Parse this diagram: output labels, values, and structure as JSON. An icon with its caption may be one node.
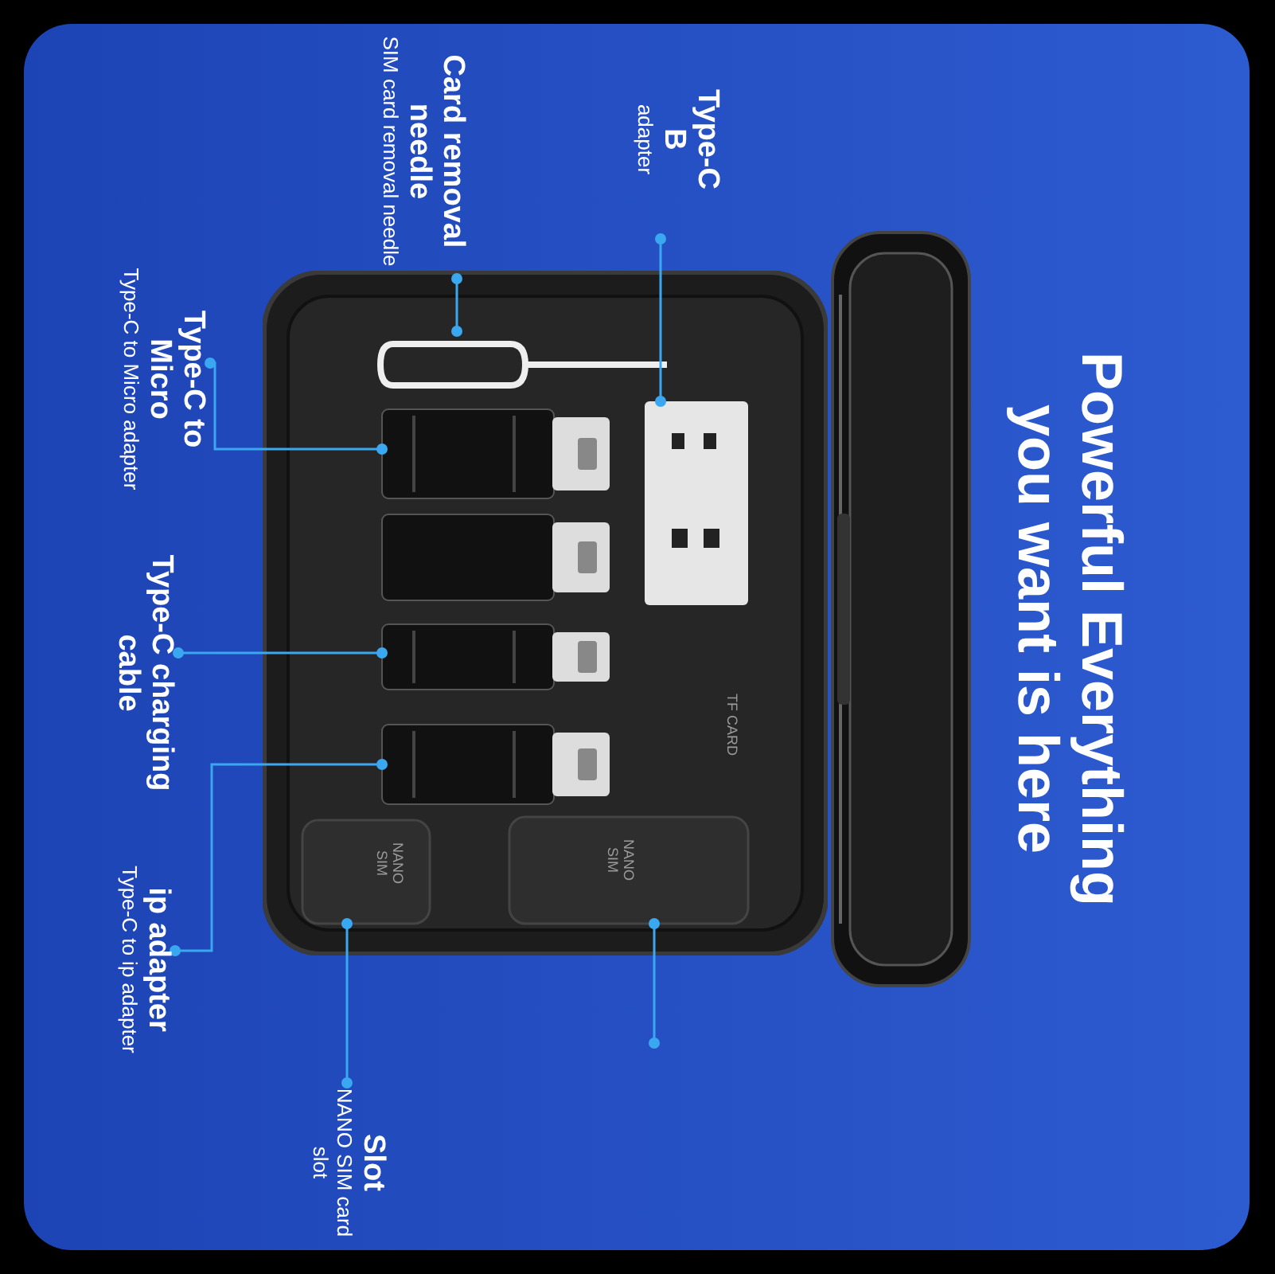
{
  "diagram": {
    "title": "Powerful Everything you want is here",
    "nodes": [
      {
        "text": [
          "Type-C",
          "B",
          "adapter"
        ]
      },
      {
        "text": [
          "Card removal needle",
          "SIM card removal needle"
        ]
      },
      {
        "text": [
          "Type-C to Micro",
          "Type-C to Micro adapter"
        ]
      },
      {
        "text": [
          "Type-C charging cable"
        ]
      },
      {
        "text": [
          "ip adapter",
          "Type-C to ip adapter"
        ]
      },
      {
        "text": [
          "Slot",
          "NANO SIM card slot"
        ]
      },
      {
        "text": [],
        "shape": "picture"
      },
      {
        "text": [],
        "shape": "picture",
        "in": 6
      },
      {
        "text": [],
        "shape": "picture",
        "in": 6
      },
      {
        "text": [],
        "shape": "picture",
        "in": 6
      },
      {
        "text": [],
        "shape": "picture",
        "in": 6
      },
      {
        "text": [],
        "shape": "picture",
        "in": 6
      },
      {
        "text": [],
        "shape": "picture",
        "in": 6
      },
      {
        "text": [],
        "shape": "picture",
        "in": 6
      },
      {
        "text": [],
        "shape": "picture"
      }
    ],
    "edges": [
      {
        "from": 0,
        "to": 8,
        "arrow": "other"
      },
      {
        "from": 1,
        "to": 7,
        "arrow": "other"
      },
      {
        "from": 2,
        "to": 9,
        "arrow": "other"
      },
      {
        "from": 3,
        "to": 10,
        "arrow": "other"
      },
      {
        "from": 4,
        "to": 11,
        "arrow": "other"
      },
      {
        "from": 5,
        "to": 12,
        "arrow": "other"
      },
      {
        "from": null,
        "to": 13,
        "arrow": "other"
      }
    ],
    "labels": [
      "TF CARD",
      "NANO SIM",
      "NANO SIM"
    ]
  }
}
